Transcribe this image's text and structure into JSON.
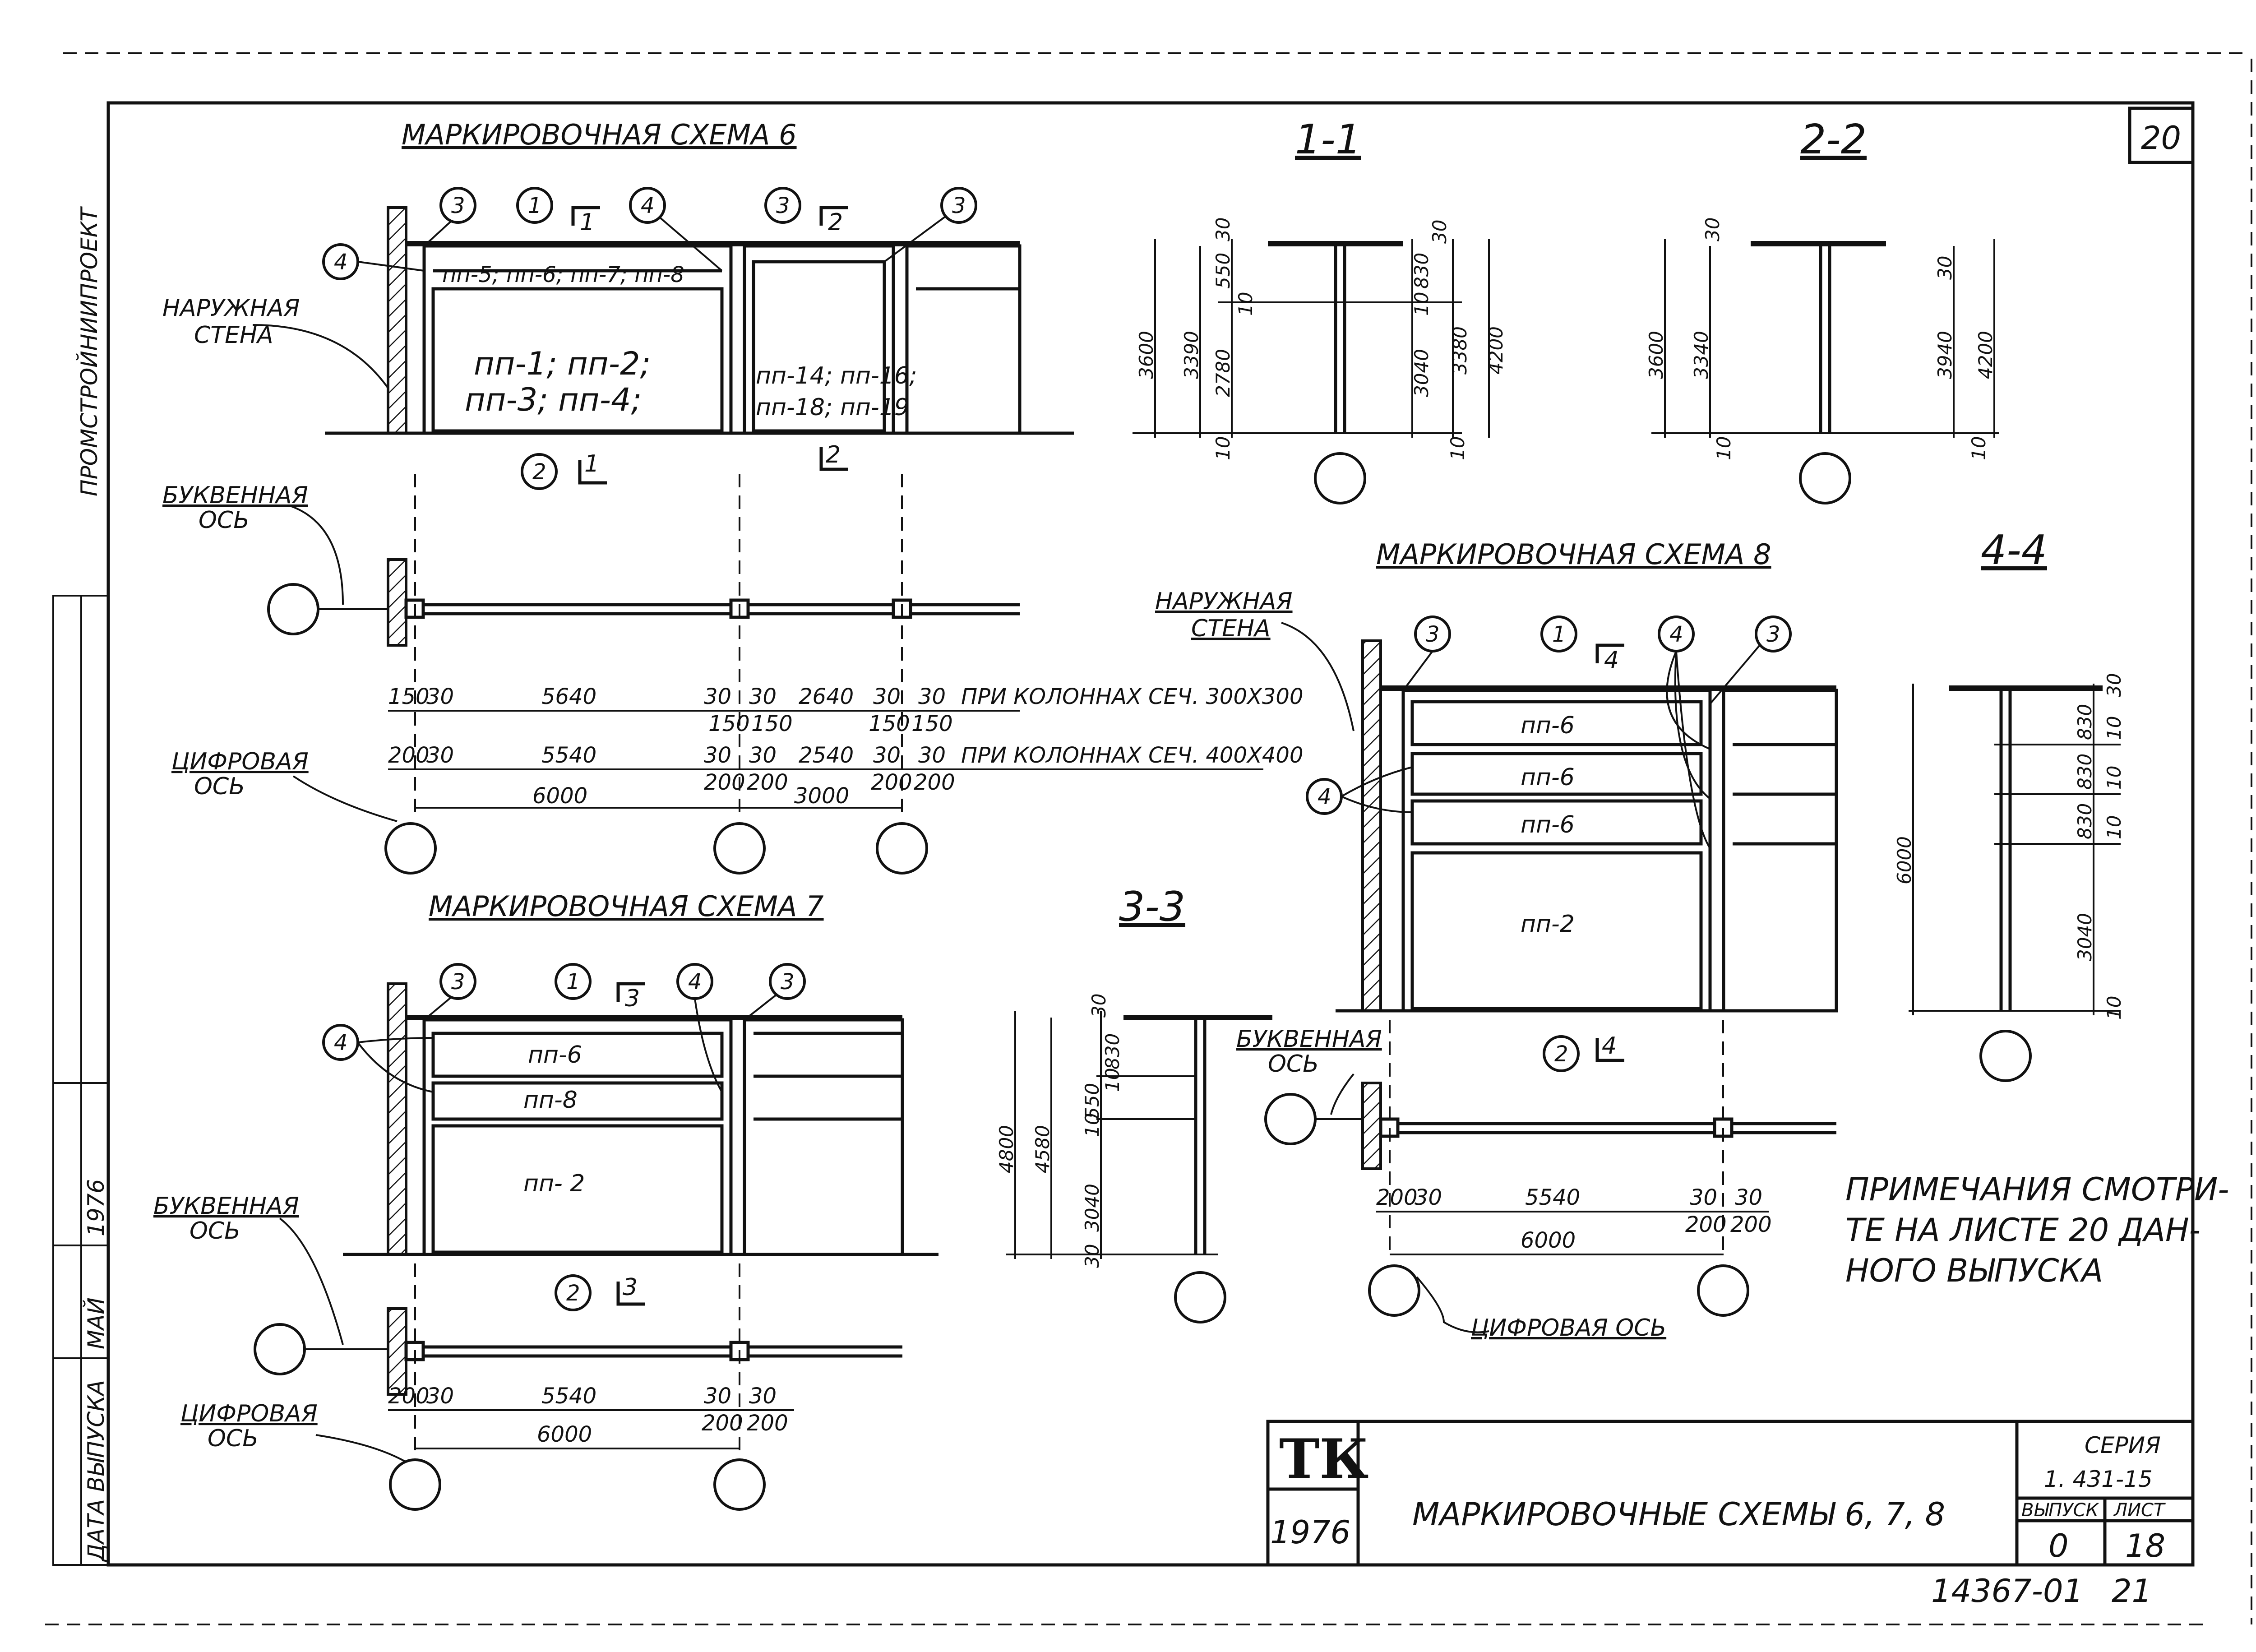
{
  "sheet_number_top": "20",
  "side_org": "ПРОМСТРОЙНИИПРОЕКТ",
  "side_date_label": "ДАТА ВЫПУСКА",
  "side_month": "МАЙ",
  "side_year": "1976",
  "scheme6": {
    "title": "МАРКИРОВОЧНАЯ СХЕМА 6",
    "outer_wall": [
      "НАРУЖНАЯ",
      "СТЕНА"
    ],
    "panels_top": "пп-5; пп-6; пп-7; пп-8",
    "panels_big_1": "пп-1;  пп-2;",
    "panels_big_2": "пп-3;  пп-4;",
    "panels_right_1": "пп-14; пп-16;",
    "panels_right_2": "пп-18; пп-19",
    "letter_axis": [
      "БУКВЕННАЯ",
      "ОСЬ"
    ],
    "digit_axis": [
      "ЦИФРОВАЯ",
      "ОСЬ"
    ],
    "marks": [
      "3",
      "1",
      "4",
      "3",
      "3",
      "4",
      "2"
    ],
    "section_marks": [
      "1",
      "2",
      "1",
      "2"
    ],
    "row1": [
      "150",
      "30",
      "5640",
      "30",
      "30",
      "2640",
      "30",
      "30"
    ],
    "row1_note": "ПРИ КОЛОННАХ СЕЧ. 300Х300",
    "row1b": [
      "150",
      "150",
      "150",
      "150"
    ],
    "row2": [
      "200",
      "30",
      "5540",
      "30",
      "30",
      "2540",
      "30",
      "30"
    ],
    "row2_note": "ПРИ КОЛОННАХ СЕЧ. 400Х400",
    "row2b": [
      "200",
      "200",
      "200",
      "200"
    ],
    "total": [
      "6000",
      "3000"
    ]
  },
  "scheme7": {
    "title": "МАРКИРОВОЧНАЯ СХЕМА 7",
    "panels": [
      "пп-6",
      "пп-8",
      "пп- 2"
    ],
    "letter_axis": [
      "БУКВЕННАЯ",
      "ОСЬ"
    ],
    "digit_axis": [
      "ЦИФРОВАЯ",
      "ОСЬ"
    ],
    "marks": [
      "3",
      "1",
      "4",
      "3",
      "4",
      "2"
    ],
    "section_marks": [
      "3",
      "3"
    ],
    "row1": [
      "200",
      "30",
      "5540",
      "30",
      "30"
    ],
    "row1b": [
      "200",
      "200"
    ],
    "total": "6000"
  },
  "scheme8": {
    "title": "МАРКИРОВОЧНАЯ СХЕМА 8",
    "outer_wall": [
      "НАРУЖНАЯ",
      "СТЕНА"
    ],
    "panels": [
      "пп-6",
      "пп-6",
      "пп-6",
      "пп-2"
    ],
    "letter_axis": [
      "БУКВЕННАЯ",
      "ОСЬ"
    ],
    "digit_axis": "ЦИФРОВАЯ ОСЬ",
    "marks": [
      "3",
      "1",
      "4",
      "3",
      "4",
      "2"
    ],
    "section_marks": [
      "4",
      "4"
    ],
    "row1": [
      "200",
      "30",
      "5540",
      "30",
      "30"
    ],
    "row1b": [
      "200",
      "200"
    ],
    "total": "6000"
  },
  "sec11": {
    "title": "1-1",
    "dims_left": [
      "3600",
      "3390",
      "2780",
      "550",
      "30",
      "10",
      "10"
    ],
    "dims_right": [
      "30",
      "830",
      "10",
      "3040",
      "3380",
      "4200",
      "10"
    ]
  },
  "sec22": {
    "title": "2-2",
    "dims_left": [
      "3600",
      "3340",
      "30",
      "10"
    ],
    "dims_right": [
      "30",
      "3940",
      "4200",
      "10"
    ]
  },
  "sec33": {
    "title": "3-3",
    "dims_left": [
      "4800",
      "4580",
      "550",
      "830",
      "10",
      "10",
      "3040",
      "30",
      "30"
    ]
  },
  "sec44": {
    "title": "4-4",
    "dims": [
      "6000",
      "30",
      "830",
      "10",
      "830",
      "10",
      "830",
      "10",
      "3040",
      "10"
    ]
  },
  "notes": [
    "ПРИМЕЧАНИЯ СМОТРИ-",
    "ТЕ НА ЛИСТЕ 20 ДАН-",
    "НОГО ВЫПУСКА"
  ],
  "title_block": {
    "logo": "ТК",
    "year": "1976",
    "title": "МАРКИРОВОЧНЫЕ СХЕМЫ 6, 7, 8",
    "series_label": "СЕРИЯ",
    "series": "1. 431-15",
    "issue_label": "ВЫПУСК",
    "sheet_label": "ЛИСТ",
    "issue": "0",
    "sheet": "18"
  },
  "doc_number": "14367-01",
  "page_number": "21"
}
